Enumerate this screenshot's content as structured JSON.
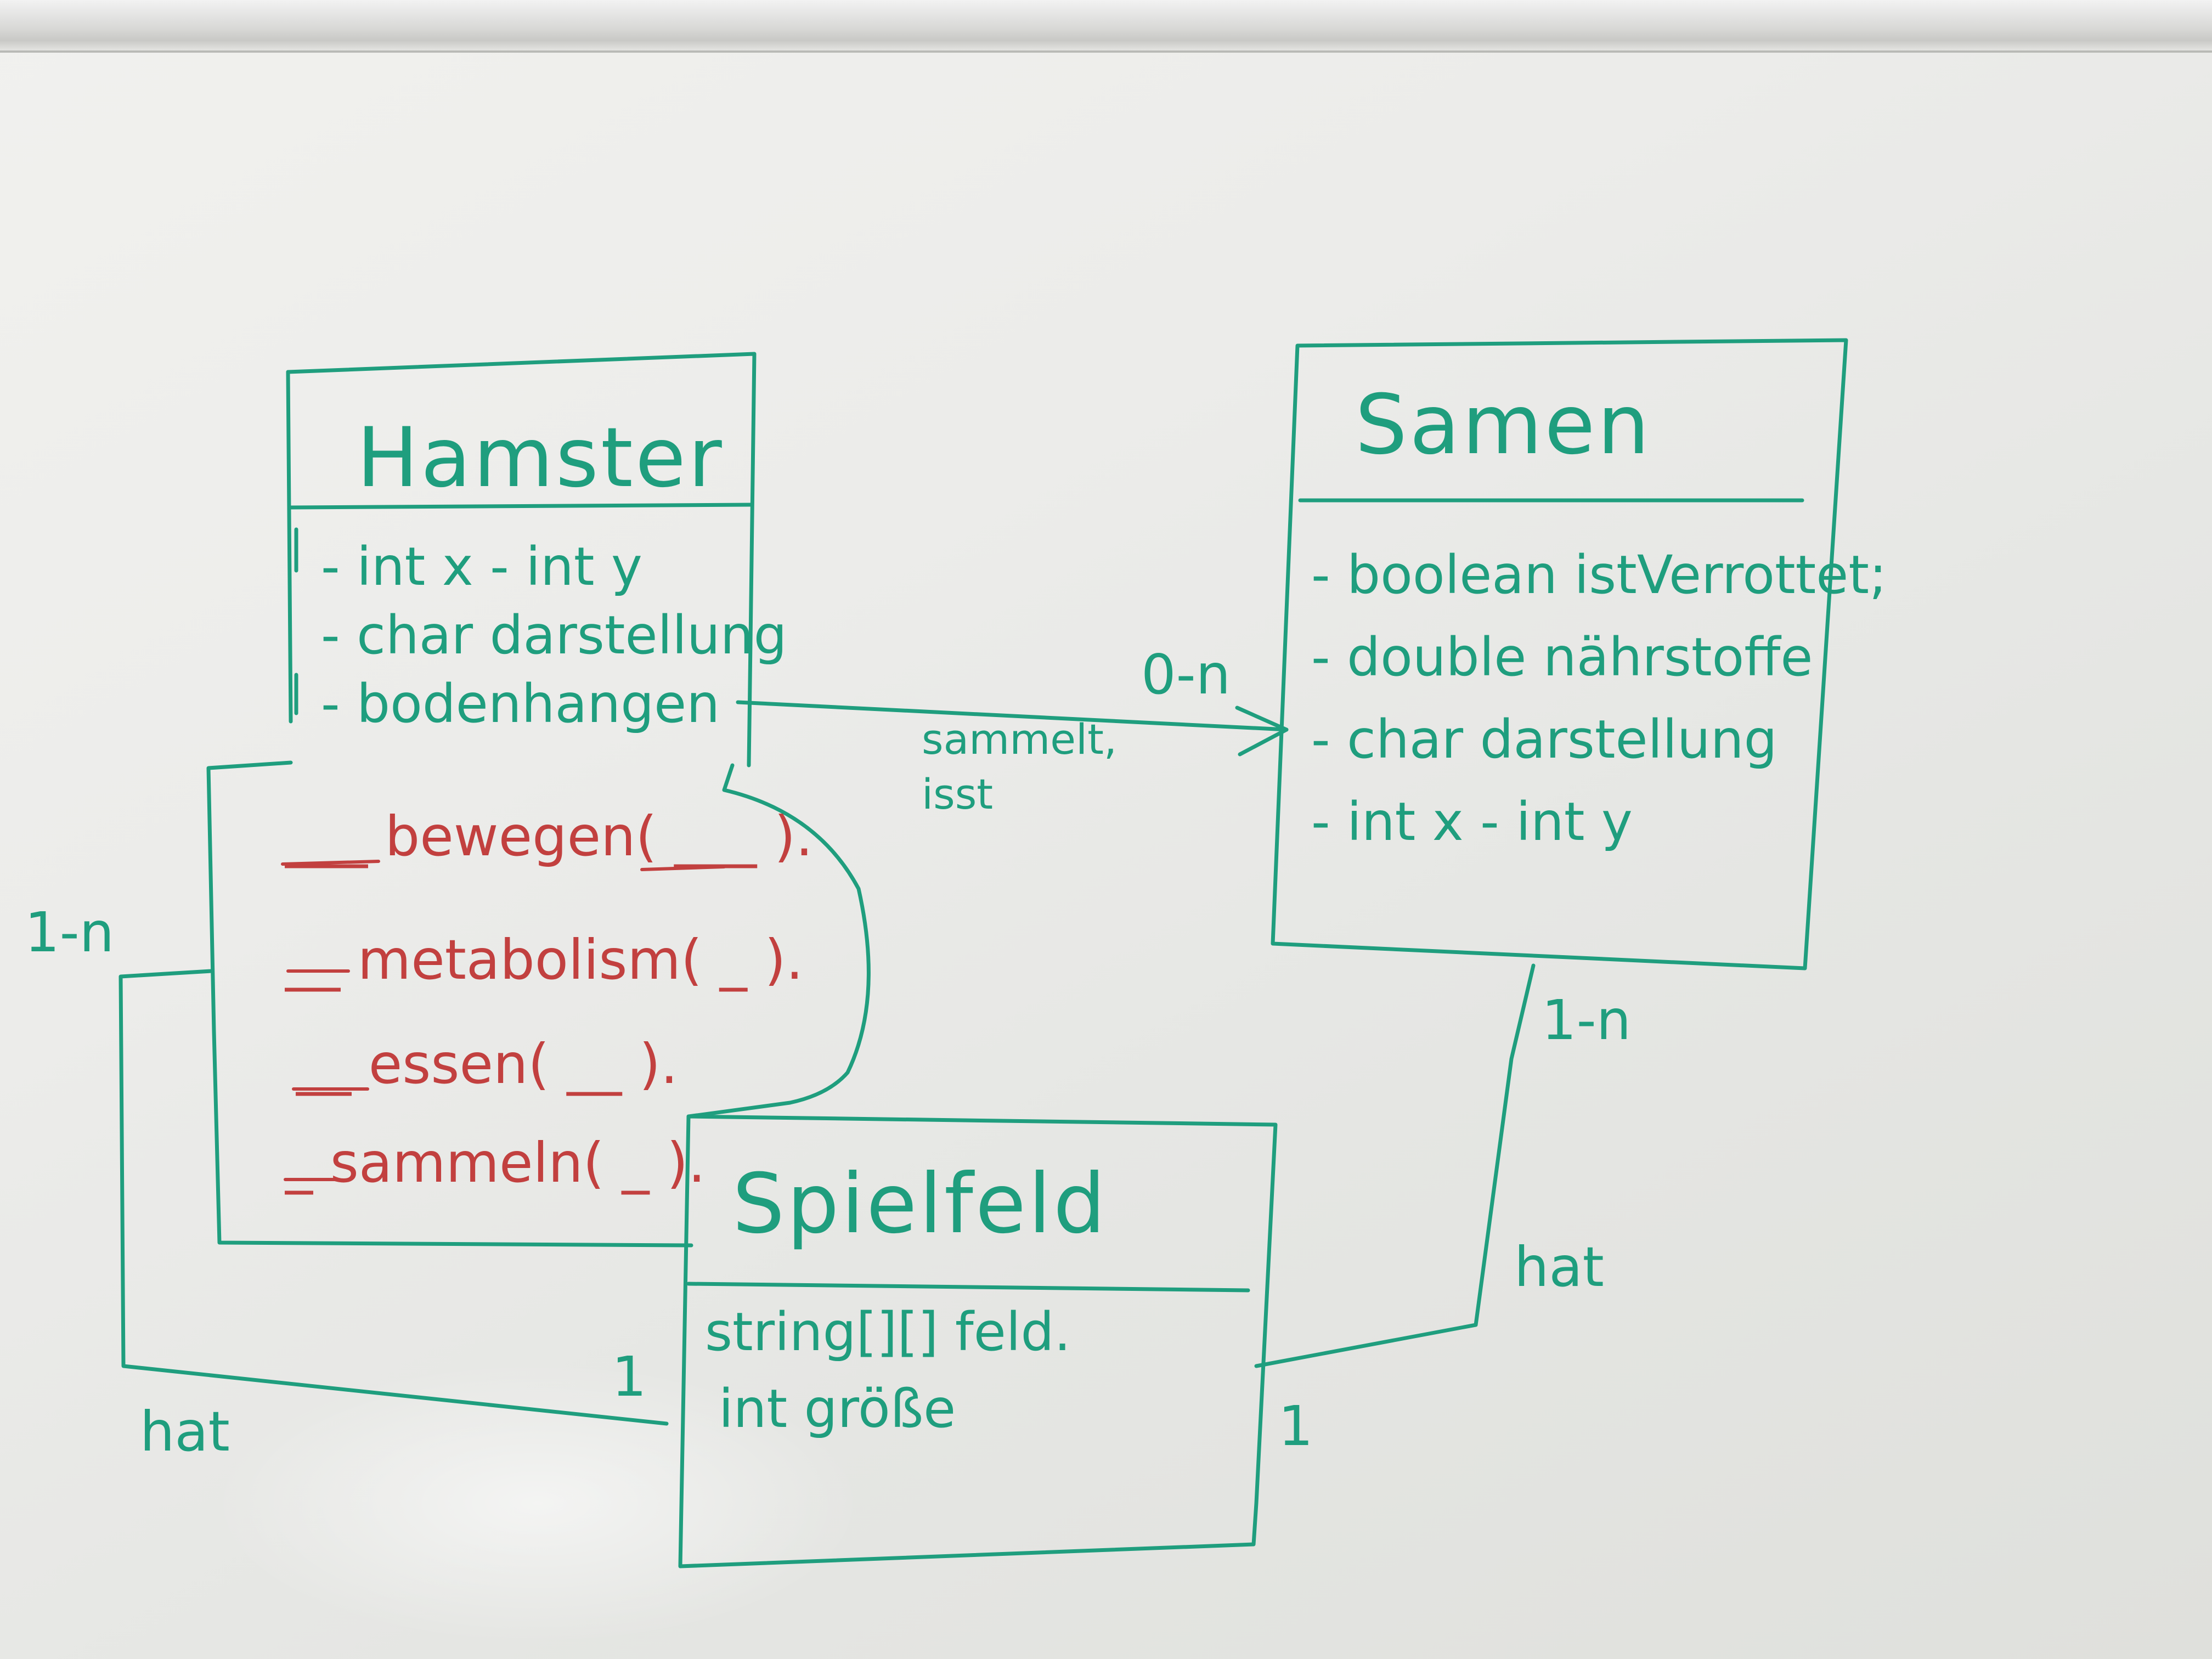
{
  "diagram": {
    "classes": {
      "hamster": {
        "name": "Hamster",
        "attributes": [
          "- int x  - int y",
          "- char darstellung",
          "- bodenhangen"
        ],
        "methods": [
          "___ bewegen( ___ ).",
          "__ metabolism( _ ).",
          "__ essen( __ ).",
          "_ sammeln( _ )."
        ]
      },
      "samen": {
        "name": "Samen",
        "attributes": [
          "- boolean istVerrottet;",
          "- double nährstoffe",
          "- char darstellung",
          "- int x  - int y"
        ]
      },
      "spielfeld": {
        "name": "Spielfeld",
        "attributes": [
          "string[][] feld.",
          "int größe"
        ]
      }
    },
    "associations": {
      "hamster_samen": {
        "label_line1": "sammelt,",
        "label_line2": "isst",
        "multiplicity_target": "0-n"
      },
      "hamster_spielfeld": {
        "label": "hat",
        "multiplicity_hamster": "1-n",
        "multiplicity_spielfeld": "1"
      },
      "samen_spielfeld": {
        "label": "hat",
        "multiplicity_samen": "1-n",
        "multiplicity_spielfeld": "1"
      }
    },
    "colors": {
      "green_marker": "#1f9e7e",
      "red_marker": "#c2403f",
      "board": "#ececea"
    }
  }
}
